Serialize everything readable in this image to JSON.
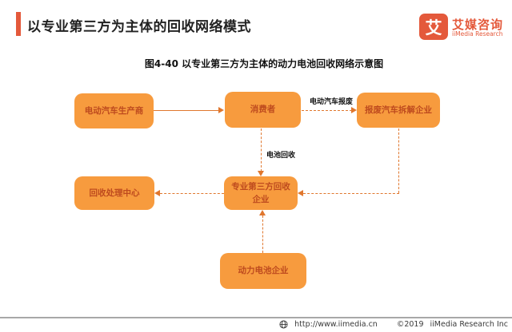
{
  "colors": {
    "accent": "#E4593B",
    "box": "#F79B3E",
    "boxtext": "#BE4A1E",
    "line": "#E0772E",
    "ink": "#222222",
    "divider": "#A8A8A8"
  },
  "header": {
    "title": "以专业第三方为主体的回收网络模式"
  },
  "logo": {
    "glyph": "艾",
    "name_cn": "艾媒咨询",
    "name_en": "iiMedia Research"
  },
  "figure": {
    "caption": "图4-40 以专业第三方为主体的动力电池回收网络示意图"
  },
  "diagram": {
    "nodes": {
      "producer": "电动汽车生产商",
      "consumer": "消费者",
      "dismantler": "报废汽车拆解企业",
      "recycle_center": "回收处理中心",
      "third_party_line1": "专业第三方回收",
      "third_party_line2": "企业",
      "battery_company": "动力电池企业"
    },
    "edge_labels": {
      "car_scrap": "电动汽车报废",
      "battery_recycle": "电池回收"
    }
  },
  "footer": {
    "url": "http://www.iimedia.cn",
    "year": "©2019",
    "company": "iiMedia Research Inc"
  }
}
